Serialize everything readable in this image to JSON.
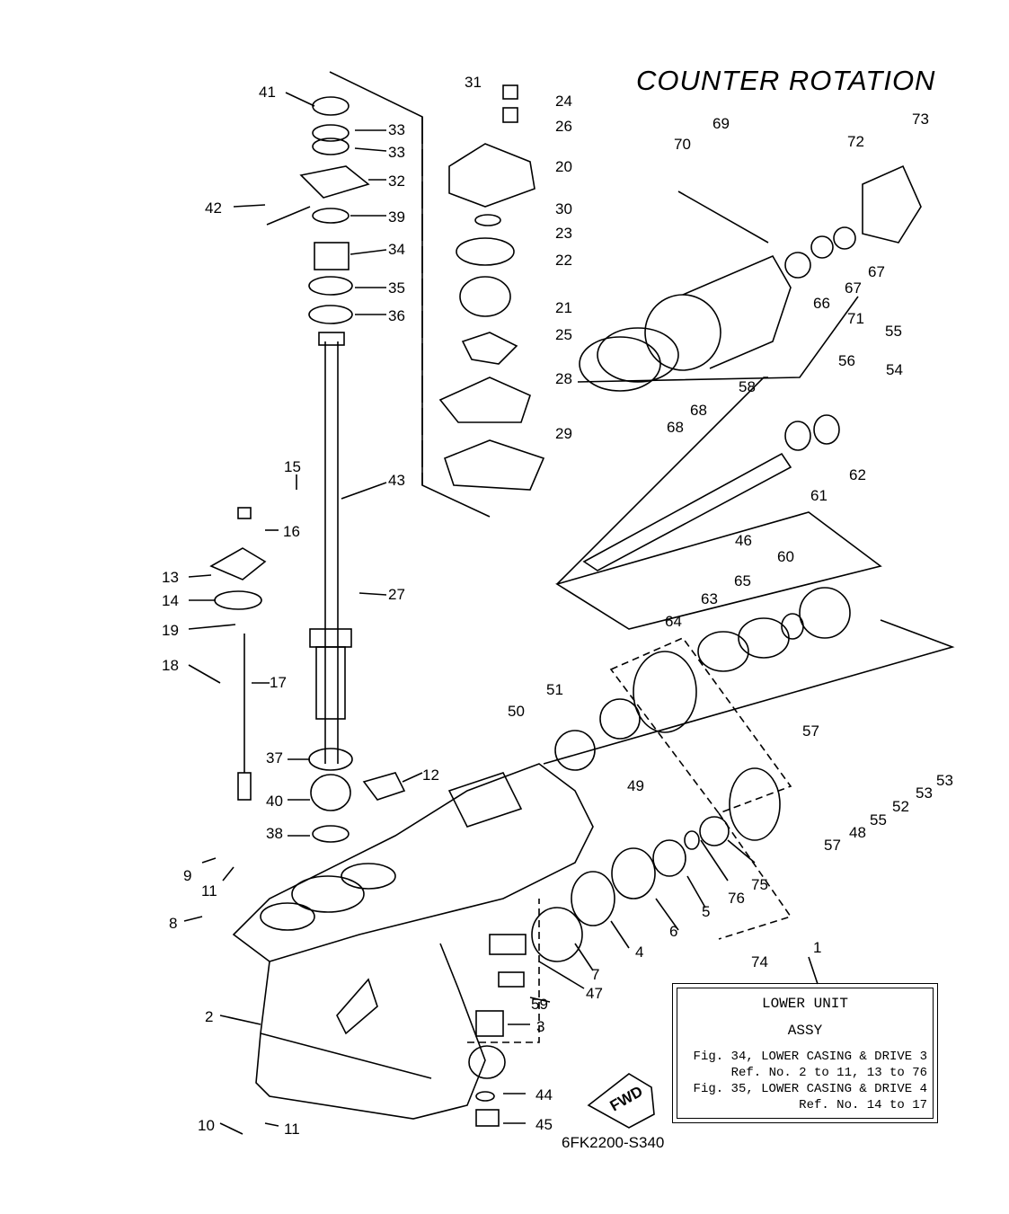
{
  "title": "COUNTER ROTATION",
  "diagram_code": "6FK2200-S340",
  "legend": {
    "line1": "LOWER UNIT",
    "line2": "ASSY",
    "line3": "Fig. 34, LOWER CASING & DRIVE 3",
    "line4": "Ref. No. 2 to 11, 13 to 76",
    "line5": "Fig. 35, LOWER CASING & DRIVE 4",
    "line6": "Ref. No. 14 to 17"
  },
  "fwd_label": "FWD",
  "callouts": [
    "1",
    "2",
    "3",
    "4",
    "5",
    "6",
    "7",
    "8",
    "9",
    "10",
    "11",
    "11",
    "12",
    "13",
    "14",
    "15",
    "16",
    "17",
    "18",
    "19",
    "20",
    "21",
    "22",
    "23",
    "24",
    "25",
    "26",
    "27",
    "28",
    "29",
    "30",
    "31",
    "32",
    "33",
    "33",
    "34",
    "35",
    "36",
    "37",
    "38",
    "39",
    "40",
    "41",
    "42",
    "43",
    "44",
    "45",
    "46",
    "47",
    "48",
    "49",
    "50",
    "51",
    "52",
    "53",
    "53",
    "54",
    "55",
    "55",
    "56",
    "57",
    "57",
    "58",
    "59",
    "60",
    "61",
    "62",
    "63",
    "64",
    "65",
    "66",
    "67",
    "67",
    "68",
    "68",
    "69",
    "70",
    "71",
    "72",
    "73",
    "74",
    "75",
    "76"
  ]
}
